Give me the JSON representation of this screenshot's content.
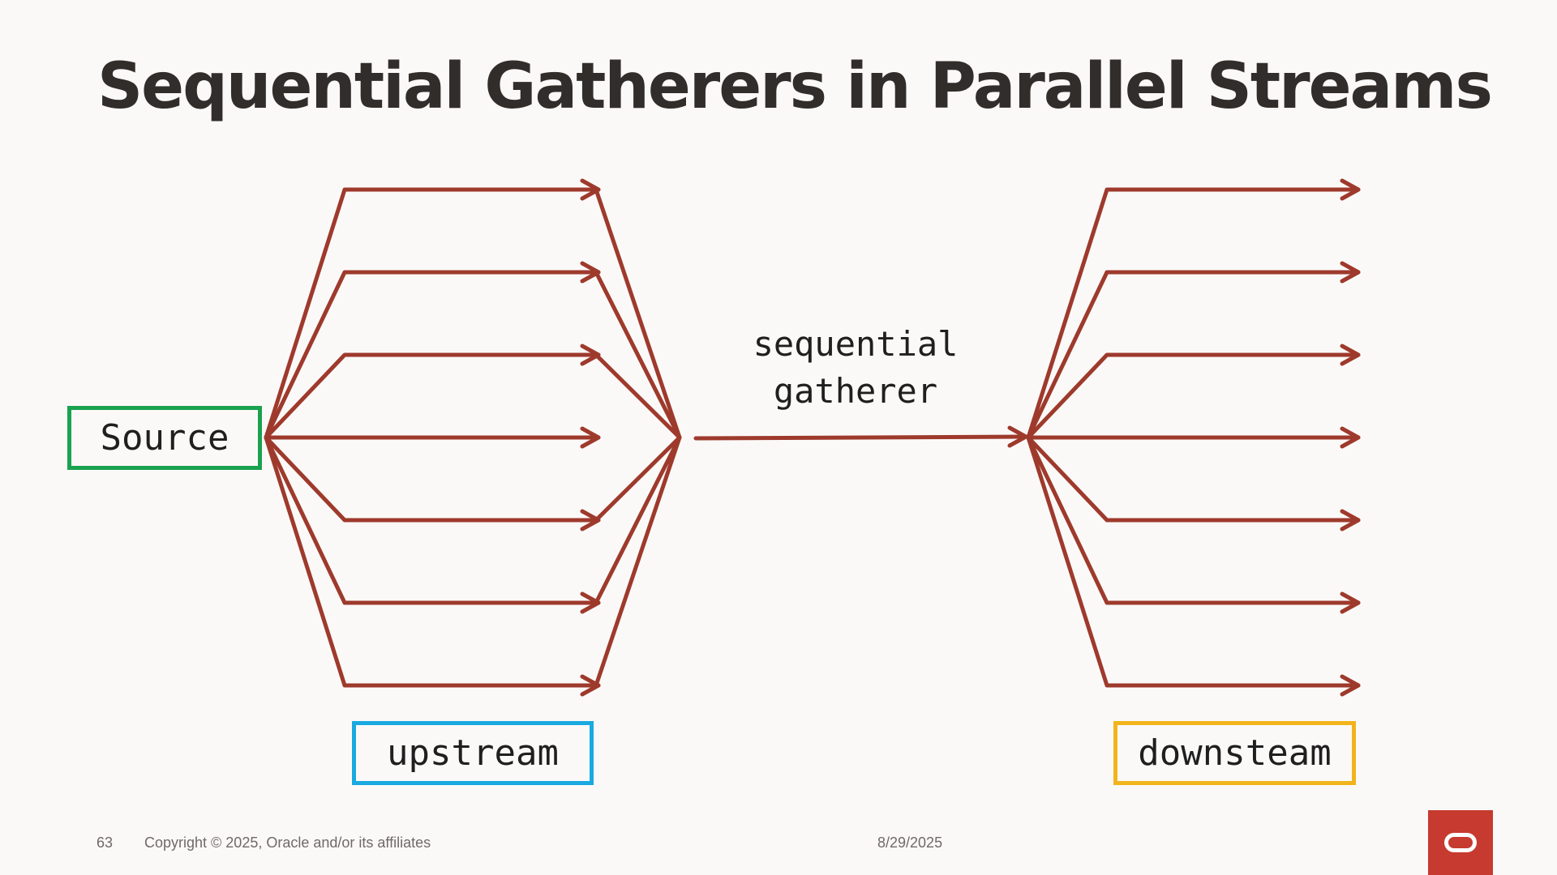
{
  "title": "Sequential Gatherers in Parallel Streams",
  "diagram": {
    "source_label": "Source",
    "upstream_label": "upstream",
    "downstream_label": "downsteam",
    "gatherer_label_line1": "sequential",
    "gatherer_label_line2": "gatherer",
    "parallel_lanes": 7,
    "colors": {
      "arrow": "#9e3a2c",
      "source_border": "#1aa24f",
      "upstream_border": "#1aa9e0",
      "downstream_border": "#f2b41c"
    }
  },
  "footer": {
    "page_number": "63",
    "copyright": "Copyright © 2025, Oracle and/or its affiliates",
    "date": "8/29/2025"
  },
  "logo": {
    "icon": "oracle-logo-icon",
    "color": "#c63a2f"
  }
}
